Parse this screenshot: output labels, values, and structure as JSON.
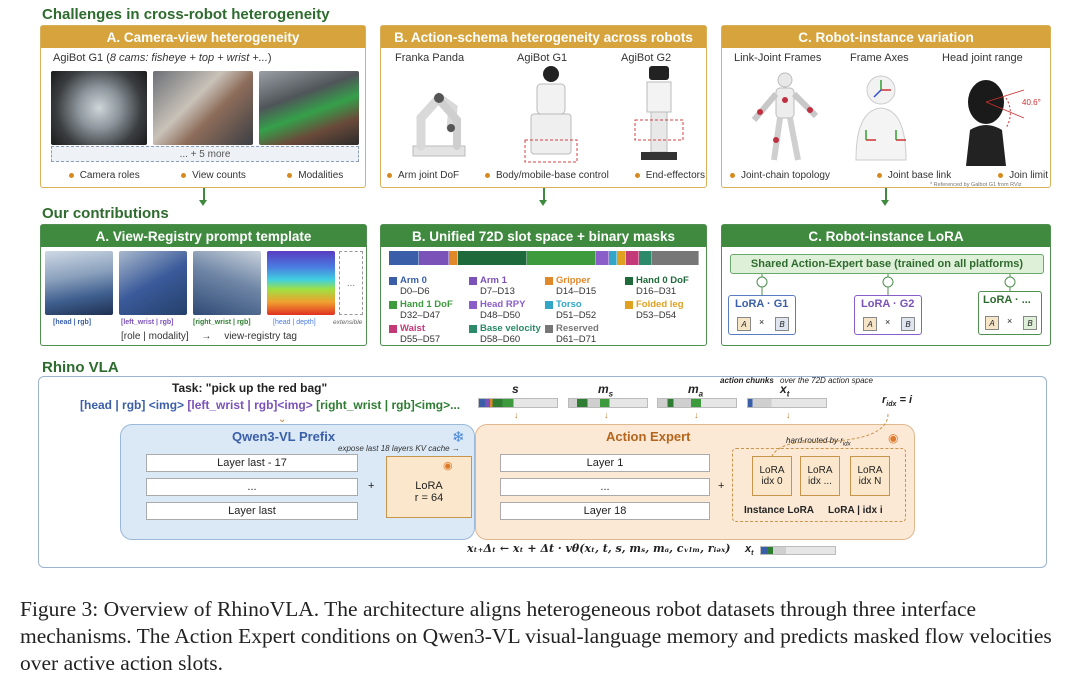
{
  "challenges_title": "Challenges in cross-robot heterogeneity",
  "panelA": {
    "title": "A.  Camera-view heterogeneity",
    "subtitle_prefix": "AgiBot G1 (",
    "subtitle_italic": "8 cams: fisheye + top + wrist +...",
    "subtitle_suffix": ")",
    "more": "... + 5 more",
    "bullets": [
      "Camera roles",
      "View counts",
      "Modalities"
    ]
  },
  "panelB": {
    "title": "B.  Action-schema heterogeneity across robots",
    "robots": [
      "Franka Panda",
      "AgiBot G1",
      "AgiBot G2"
    ],
    "bullets": [
      "Arm joint DoF",
      "Body/mobile-base control",
      "End-effectors"
    ]
  },
  "panelC": {
    "title": "C.  Robot-instance variation",
    "cols": [
      "Link-Joint Frames",
      "Frame Axes",
      "Head joint range"
    ],
    "angle": "40.6°",
    "bullets": [
      "Joint-chain topology",
      "Joint base link",
      "Join limit"
    ],
    "ref": "* Referenced by Galbot G1 from RViz"
  },
  "contrib_title": "Our contributions",
  "contribA": {
    "title": "A.  View-Registry prompt template",
    "views": [
      "[head | rgb]",
      "[left_wrist | rgb]",
      "[right_wrist | rgb]",
      "[head | depth]",
      "extensible"
    ],
    "ellipsis": "...",
    "tag_left": "[role | modality]",
    "tag_arrow": "→",
    "tag_right": "view-registry tag"
  },
  "contribB": {
    "title": "B.  Unified 72D slot space + binary masks",
    "slots": [
      {
        "name": "Arm 0",
        "range": "D0–D6",
        "color": "#3a5fa8"
      },
      {
        "name": "Arm 1",
        "range": "D7–D13",
        "color": "#7a52b8"
      },
      {
        "name": "Gripper",
        "range": "D14–D15",
        "color": "#e0892a"
      },
      {
        "name": "Hand 0 DoF",
        "range": "D16–D31",
        "color": "#1f6a3a"
      },
      {
        "name": "Hand 1 DoF",
        "range": "D32–D47",
        "color": "#3d9a3d"
      },
      {
        "name": "Head RPY",
        "range": "D48–D50",
        "color": "#8a5ec8"
      },
      {
        "name": "Torso",
        "range": "D51–D52",
        "color": "#33a6c8"
      },
      {
        "name": "Folded leg",
        "range": "D53–D54",
        "color": "#e0a020"
      },
      {
        "name": "Waist",
        "range": "D55–D57",
        "color": "#c43a78"
      },
      {
        "name": "Base velocity",
        "range": "D58–D60",
        "color": "#2a8a6a"
      },
      {
        "name": "Reserved",
        "range": "D61–D71",
        "color": "#777777"
      }
    ]
  },
  "contribC": {
    "title": "C.  Robot-instance LoRA",
    "base": "Shared Action-Expert base (trained on all platforms)",
    "cards": [
      "LoRA · G1",
      "LoRA · G2",
      "LoRA · ..."
    ],
    "a": "A",
    "times": "×",
    "b": "B"
  },
  "rhino_title": "Rhino VLA",
  "vla": {
    "task": "Task:  \"pick up the red bag\"",
    "prompt_parts": [
      {
        "text": "[head | rgb] <img> ",
        "color": "#3a5fa8"
      },
      {
        "text": "[left_wrist | rgb]<img> ",
        "color": "#7a52b8"
      },
      {
        "text": "[right_wrist | rgb]<img>...",
        "color": "#2e7d32"
      }
    ],
    "s": "s",
    "ms": "m",
    "ms_sub": "s",
    "ma": "m",
    "ma_sub": "a",
    "xt": "x",
    "xt_sub": "t",
    "action_chunks": "action chunks",
    "over_space": "over the 72D action space",
    "r_idx": "r",
    "r_idx_sub": "idx",
    "r_idx_eq": " = i",
    "prefix_title": "Qwen3-VL Prefix",
    "expose": "expose last 18 layers KV cache →",
    "prefix_layers": [
      "Layer last - 17",
      "...",
      "Layer last"
    ],
    "plus": "+",
    "lora_main": "LoRA",
    "lora_r": "r = 64",
    "expert_title": "Action Expert",
    "expert_layers": [
      "Layer 1",
      "...",
      "Layer 18"
    ],
    "hard_routed": "hard-routed by r",
    "hard_routed_sub": "idx",
    "instance_loras": [
      [
        "LoRA",
        "idx 0"
      ],
      [
        "LoRA",
        "idx ..."
      ],
      [
        "LoRA",
        "idx N"
      ]
    ],
    "instance_lora_label": "Instance LoRA",
    "lora_idx_label": "LoRA | idx i",
    "equation": "xₜ₊Δₜ  ←  xₜ  +  Δt · vθ(xₜ, t, s, mₛ, mₐ, cᵥₗₘ, rᵢₔₓ)",
    "eq_xt": "x",
    "eq_xt_sub": "t"
  },
  "caption": "Figure 3: Overview of RhinoVLA. The architecture aligns heterogeneous robot datasets through three interface mechanisms. The Action Expert conditions on Qwen3-VL visual-language memory and predicts masked flow velocities over active action slots."
}
